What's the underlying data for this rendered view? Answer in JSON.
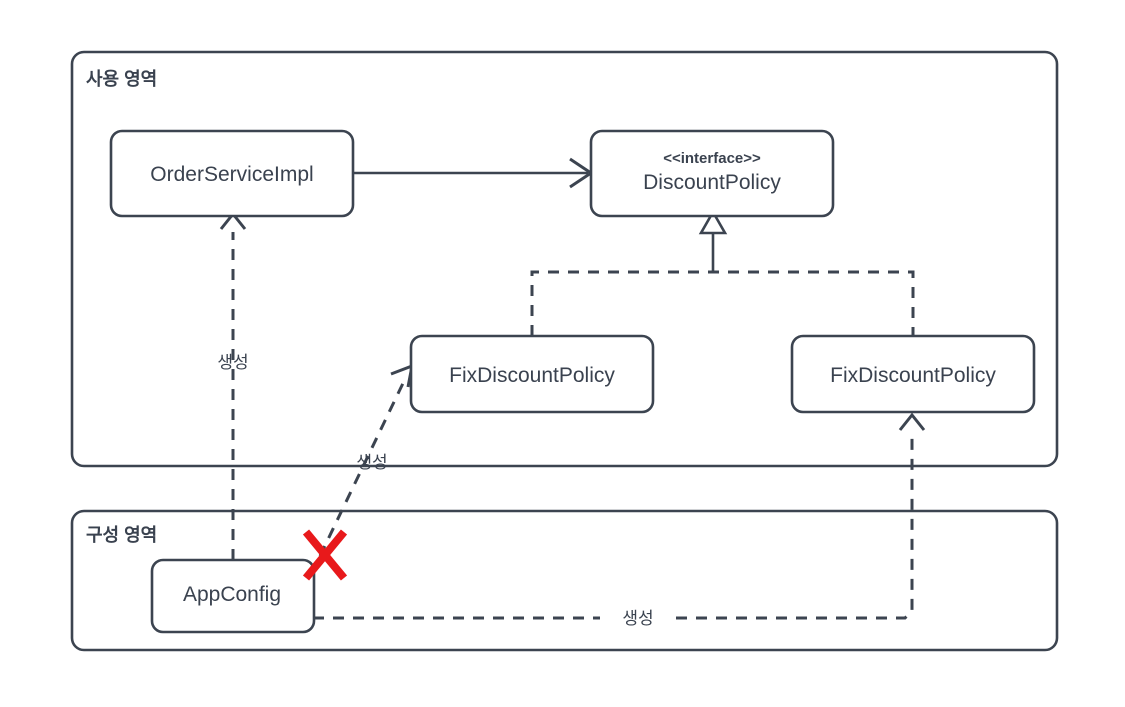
{
  "diagram": {
    "title_text": "",
    "colors": {
      "stroke": "#3c4450",
      "text": "#3a424f",
      "background": "#ffffff",
      "cross_red": "#e8191b"
    },
    "regions": [
      {
        "id": "usage-region",
        "label": "사용 영역"
      },
      {
        "id": "config-region",
        "label": "구성 영역"
      }
    ],
    "nodes": [
      {
        "id": "order-service-impl",
        "label": "OrderServiceImpl",
        "stereotype": ""
      },
      {
        "id": "discount-policy",
        "label": "DiscountPolicy",
        "stereotype": "<<interface>>"
      },
      {
        "id": "fix-discount-policy-left",
        "label": "FixDiscountPolicy",
        "stereotype": ""
      },
      {
        "id": "fix-discount-policy-right",
        "label": "FixDiscountPolicy",
        "stereotype": ""
      },
      {
        "id": "app-config",
        "label": "AppConfig",
        "stereotype": ""
      }
    ],
    "edges": [
      {
        "id": "order-uses-discount",
        "from": "order-service-impl",
        "to": "discount-policy",
        "style": "solid",
        "arrow": "open",
        "label": ""
      },
      {
        "id": "fix-implements-discount",
        "from": "fix-discount-policy-left,fix-discount-policy-right",
        "to": "discount-policy",
        "style": "dashed",
        "arrow": "hollow-triangle",
        "label": ""
      },
      {
        "id": "appconfig-creates-orderservice",
        "from": "app-config",
        "to": "order-service-impl",
        "style": "dashed",
        "arrow": "open",
        "label": "생성"
      },
      {
        "id": "appconfig-creates-fix-left",
        "from": "app-config",
        "to": "fix-discount-policy-left",
        "style": "dashed",
        "arrow": "open",
        "label": "생성",
        "struck_out": true
      },
      {
        "id": "appconfig-creates-fix-right",
        "from": "app-config",
        "to": "fix-discount-policy-right",
        "style": "dashed",
        "arrow": "open",
        "label": "생성"
      }
    ],
    "annotations": [
      {
        "id": "cross-out-mark",
        "symbol": "X",
        "meaning": "removed-dependency"
      }
    ]
  }
}
